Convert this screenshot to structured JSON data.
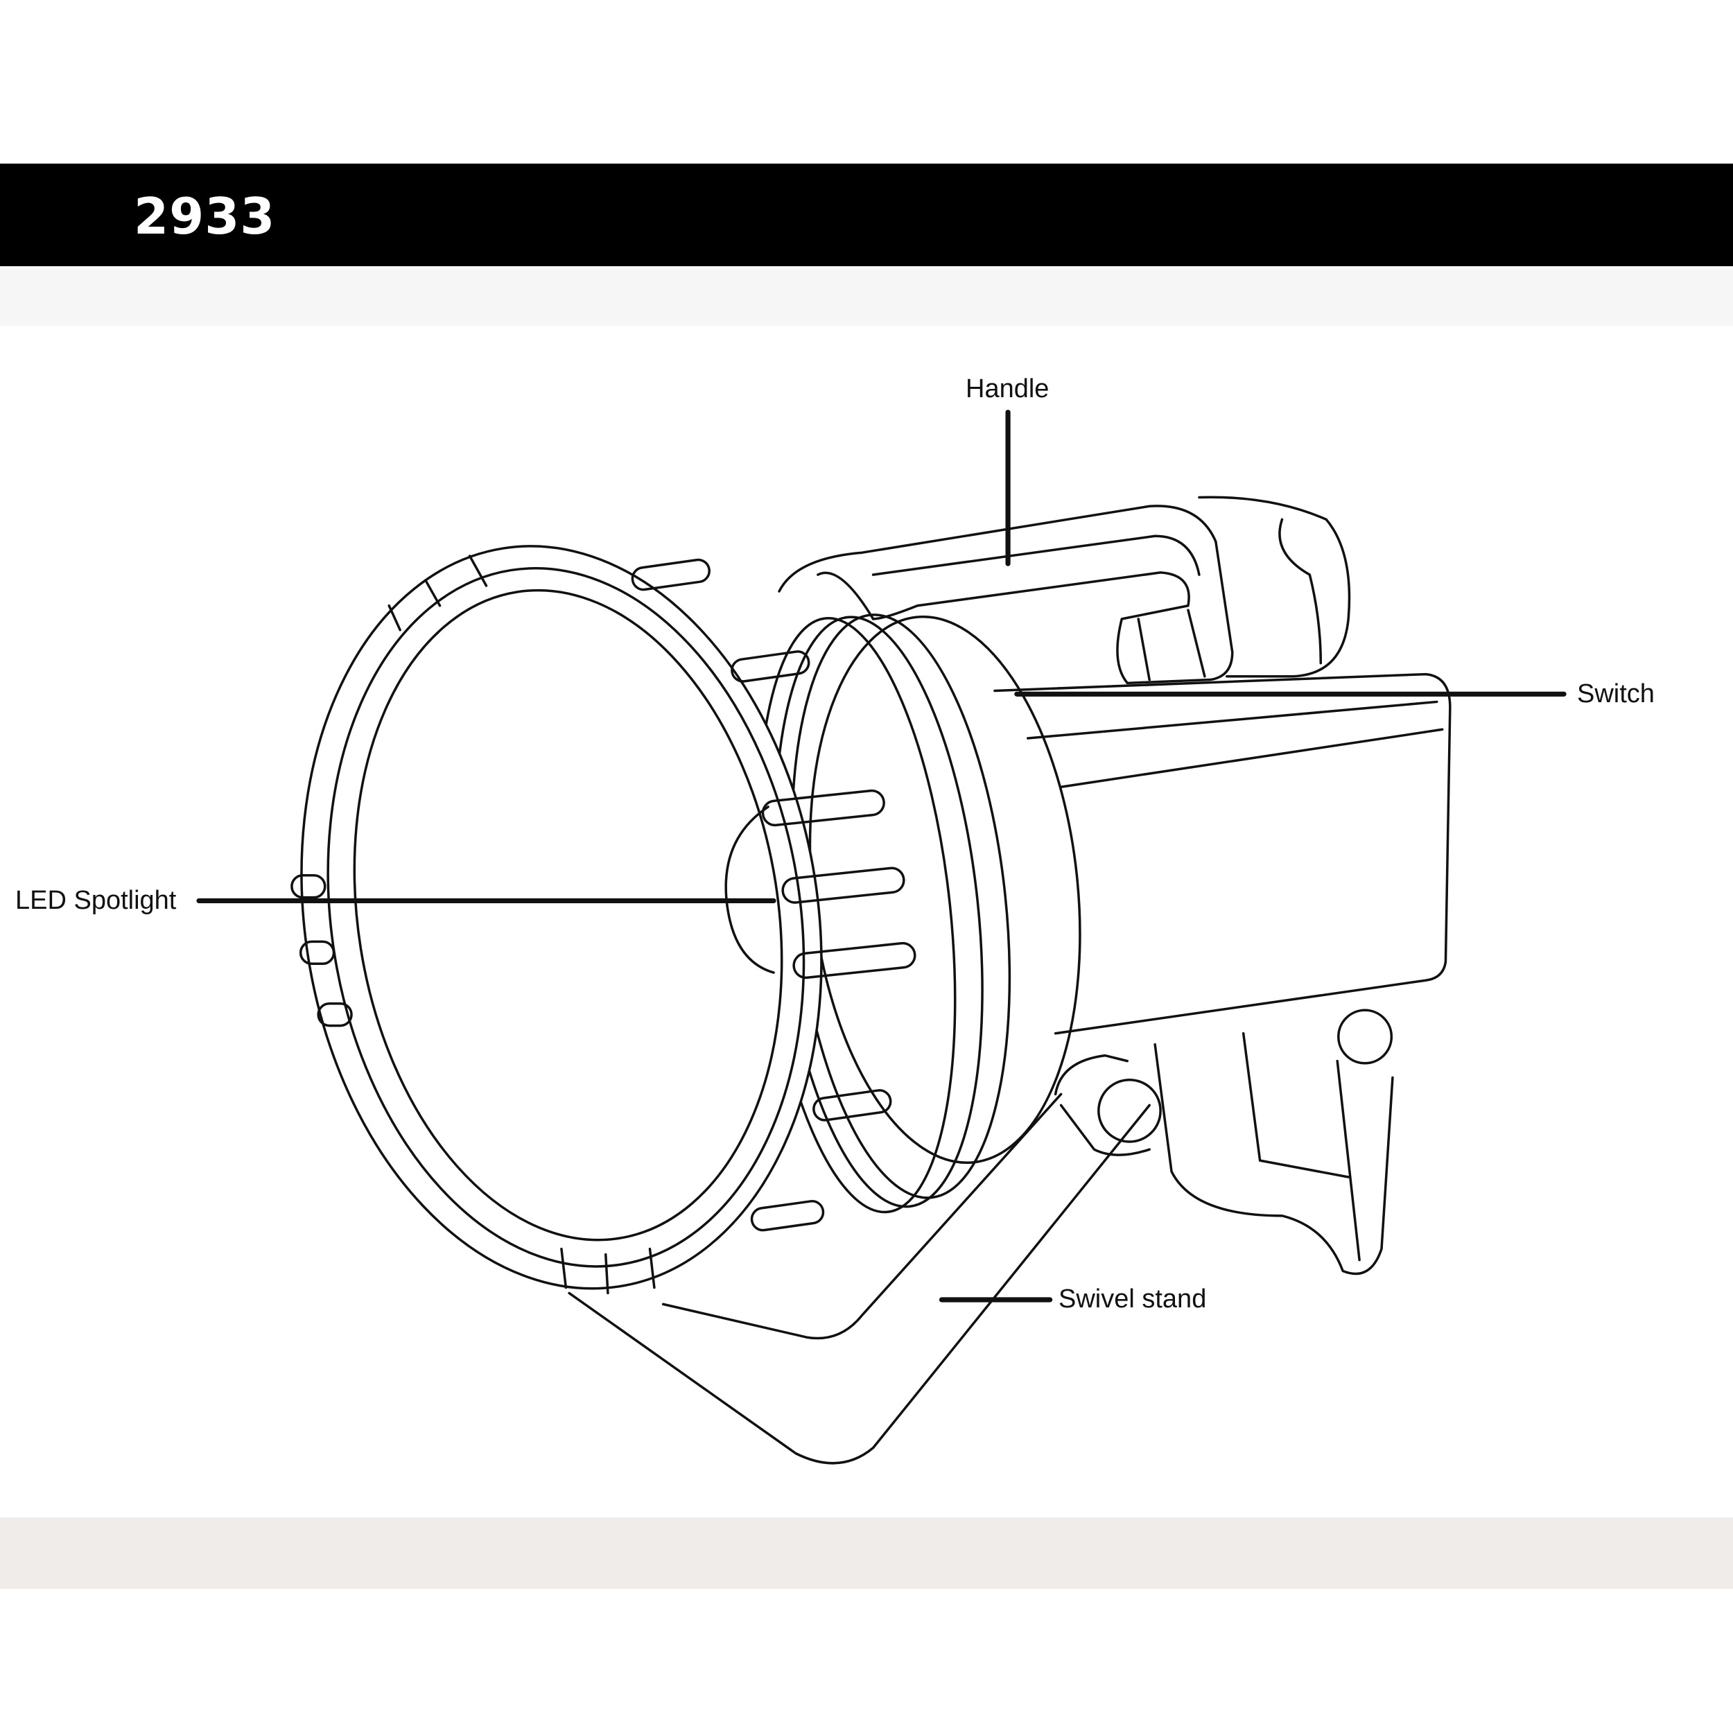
{
  "header": {
    "model_number": "2933"
  },
  "labels": {
    "handle": "Handle",
    "switch": "Switch",
    "led_spotlight": "LED Spotlight",
    "swivel_stand": "Swivel stand"
  },
  "colors": {
    "band": "#000000",
    "line": "#111111",
    "footer_band": "#efecea"
  }
}
